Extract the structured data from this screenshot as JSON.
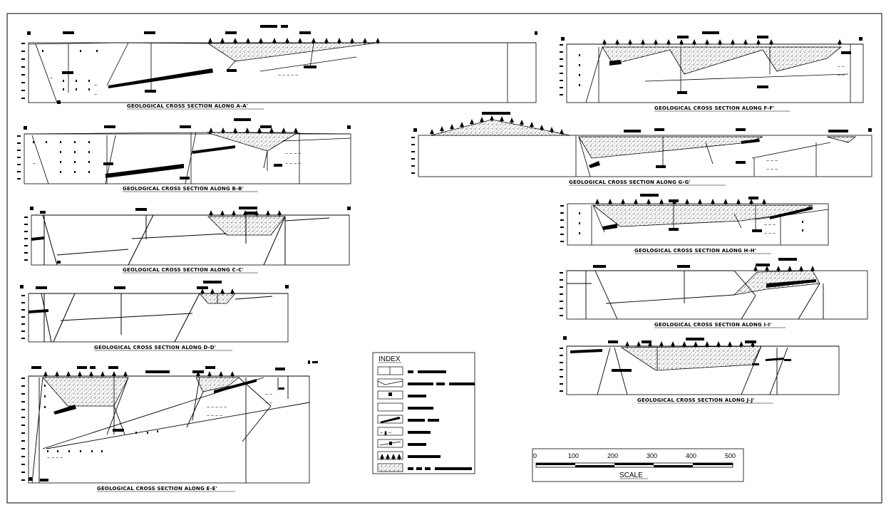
{
  "sections": [
    {
      "id": "aa",
      "title": "GEOLOGICAL CROSS SECTION ALONG A-A'"
    },
    {
      "id": "bb",
      "title": "GEOLOGICAL CROSS SECTION ALONG B-B'"
    },
    {
      "id": "cc",
      "title": "GEOLOGICAL CROSS SECTION ALONG C-C'"
    },
    {
      "id": "dd",
      "title": "GEOLOGICAL CROSS SECTION ALONG D-D'"
    },
    {
      "id": "ee",
      "title": "GEOLOGICAL CROSS SECTION ALONG E-E'"
    },
    {
      "id": "ff",
      "title": "GEOLOGICAL CROSS SECTION ALONG F-F'"
    },
    {
      "id": "gg",
      "title": "GEOLOGICAL CROSS SECTION ALONG G-G'"
    },
    {
      "id": "hh",
      "title": "GEOLOGICAL CROSS SECTION ALONG H-H'"
    },
    {
      "id": "ii",
      "title": "GEOLOGICAL CROSS SECTION ALONG I-I'"
    },
    {
      "id": "jj",
      "title": "GEOLOGICAL CROSS SECTION ALONG J-J'"
    }
  ],
  "index": {
    "title": "INDEX"
  },
  "scale": {
    "label": "SCALE",
    "ticks": [
      "0",
      "100",
      "200",
      "300",
      "400",
      "500"
    ]
  }
}
